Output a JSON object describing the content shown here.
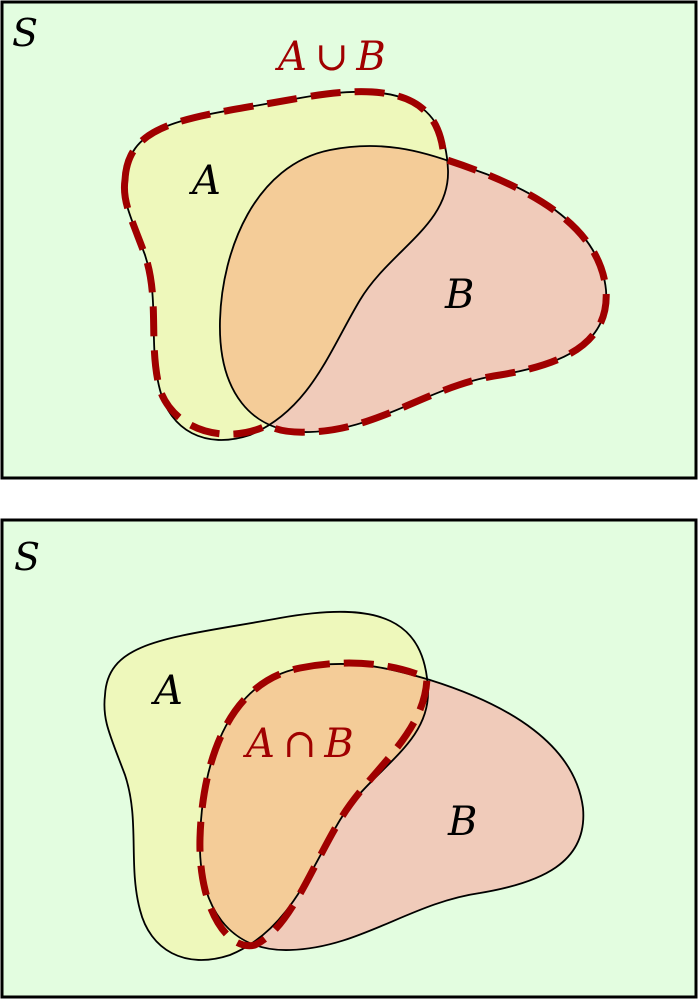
{
  "panels": [
    {
      "universe_label": "S",
      "set_a_label": "A",
      "set_b_label": "B",
      "operation_label": {
        "left": "A",
        "op": "∪",
        "right": "B"
      }
    },
    {
      "universe_label": "S",
      "set_a_label": "A",
      "set_b_label": "B",
      "operation_label": {
        "left": "A",
        "op": "∩",
        "right": "B"
      }
    }
  ],
  "colors": {
    "universe_fill": "#e3fde0",
    "set_a_fill": "#eef8bb",
    "set_b_fill": "#f0cbba",
    "overlap_fill": "#f4cc98",
    "outline": "#000000",
    "highlight": "#a00000"
  }
}
